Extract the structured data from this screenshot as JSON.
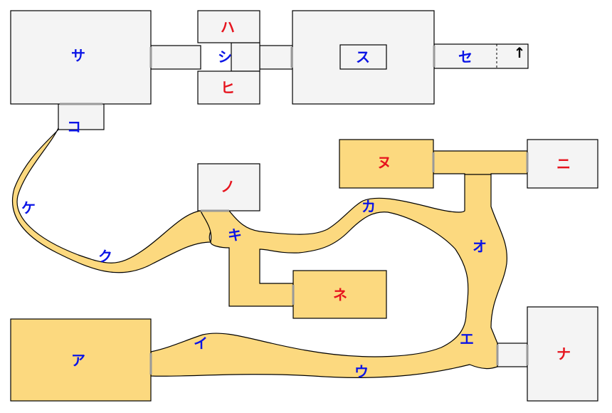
{
  "colors": {
    "explored": "#fcd97f",
    "unexplored": "#f4f4f4",
    "label_blue": "#0a14e6",
    "label_red": "#e6141e",
    "outline": "#000000",
    "door": "#999999"
  },
  "labels": {
    "a": "ア",
    "i": "イ",
    "u": "ウ",
    "e": "エ",
    "o": "オ",
    "ka": "カ",
    "ki": "キ",
    "ku": "ク",
    "ke": "ケ",
    "ko": "コ",
    "sa": "サ",
    "shi": "シ",
    "su": "ス",
    "se": "セ",
    "na": "ナ",
    "ni": "ニ",
    "nu": "ヌ",
    "ne": "ネ",
    "no": "ノ",
    "ha": "ハ",
    "hi": "ヒ"
  },
  "exit_arrow": "↑"
}
